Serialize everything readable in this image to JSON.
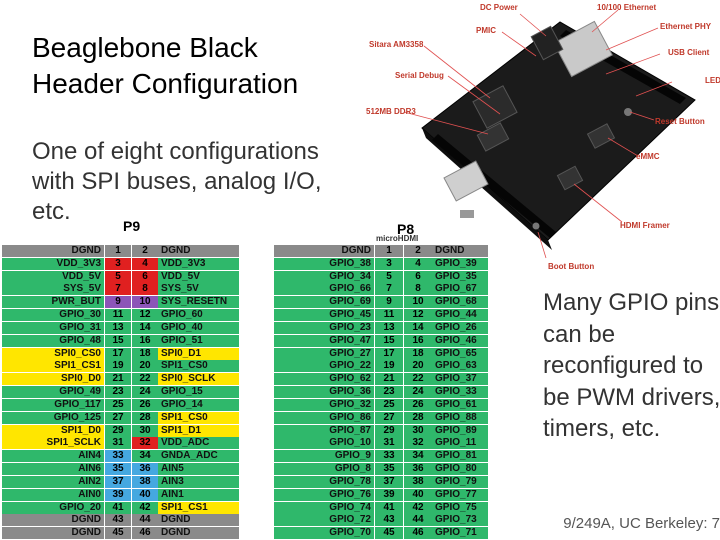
{
  "slide": {
    "title_line1": "Beaglebone Black",
    "title_line2": "Header Configuration",
    "subtitle": "One of eight configurations with SPI buses, analog I/O, etc.",
    "note": "Many GPIO pins can be reconfigured to be PWM drivers, timers, etc.",
    "footer": "9/249A, UC Berkeley: 7"
  },
  "colors": {
    "green": "#2fb86b",
    "yellow": "#ffe600",
    "purple": "#8c55b8",
    "lightblue": "#45a8e0",
    "gray": "#8a8a8a",
    "orange": "#f5a623",
    "red": "#e02020",
    "callout_red": "#c0392b"
  },
  "board_labels": {
    "dc_power": "DC Power",
    "ethernet": "10/100 Ethernet",
    "pmic": "PMIC",
    "ethernet_phy": "Ethernet PHY",
    "sitara": "Sitara AM3358",
    "usb_client": "USB Client",
    "serial_debug": "Serial Debug",
    "leds": "LEDs",
    "ddr3": "512MB DDR3",
    "reset": "Reset Button",
    "emmc": "eMMC",
    "hdmi_framer": "HDMI Framer",
    "microhdmi": "microHDMI",
    "boot": "Boot Button"
  },
  "p9": {
    "label": "P9",
    "rows": [
      {
        "ln": "DGND",
        "a": "1",
        "b": "2",
        "rn": "DGND",
        "lc": "gray",
        "ac": "gray",
        "bc": "gray",
        "rc": "gray"
      },
      {
        "ln": "VDD_3V3",
        "a": "3",
        "b": "4",
        "rn": "VDD_3V3",
        "lc": "green",
        "ac": "red",
        "bc": "red",
        "rc": "green"
      },
      {
        "ln": "VDD_5V",
        "a": "5",
        "b": "6",
        "rn": "VDD_5V",
        "lc": "green",
        "ac": "red",
        "bc": "red",
        "rc": "green"
      },
      {
        "ln": "SYS_5V",
        "a": "7",
        "b": "8",
        "rn": "SYS_5V",
        "lc": "green",
        "ac": "red",
        "bc": "red",
        "rc": "green"
      },
      {
        "ln": "PWR_BUT",
        "a": "9",
        "b": "10",
        "rn": "SYS_RESETN",
        "lc": "green",
        "ac": "purple",
        "bc": "purple",
        "rc": "green"
      },
      {
        "ln": "GPIO_30",
        "a": "11",
        "b": "12",
        "rn": "GPIO_60",
        "lc": "green",
        "ac": "green",
        "bc": "green",
        "rc": "green"
      },
      {
        "ln": "GPIO_31",
        "a": "13",
        "b": "14",
        "rn": "GPIO_40",
        "lc": "green",
        "ac": "green",
        "bc": "green",
        "rc": "green"
      },
      {
        "ln": "GPIO_48",
        "a": "15",
        "b": "16",
        "rn": "GPIO_51",
        "lc": "green",
        "ac": "green",
        "bc": "green",
        "rc": "green"
      },
      {
        "ln": "SPI0_CS0",
        "a": "17",
        "b": "18",
        "rn": "SPI0_D1",
        "lc": "yellow",
        "ac": "green",
        "bc": "green",
        "rc": "yellow"
      },
      {
        "ln": "SPI1_CS1",
        "a": "19",
        "b": "20",
        "rn": "SPI1_CS0",
        "lc": "yellow",
        "ac": "green",
        "bc": "green",
        "rc": "green"
      },
      {
        "ln": "SPI0_D0",
        "a": "21",
        "b": "22",
        "rn": "SPI0_SCLK",
        "lc": "yellow",
        "ac": "green",
        "bc": "green",
        "rc": "yellow"
      },
      {
        "ln": "GPIO_49",
        "a": "23",
        "b": "24",
        "rn": "GPIO_15",
        "lc": "green",
        "ac": "green",
        "bc": "green",
        "rc": "green"
      },
      {
        "ln": "GPIO_117",
        "a": "25",
        "b": "26",
        "rn": "GPIO_14",
        "lc": "green",
        "ac": "green",
        "bc": "green",
        "rc": "green"
      },
      {
        "ln": "GPIO_125",
        "a": "27",
        "b": "28",
        "rn": "SPI1_CS0",
        "lc": "green",
        "ac": "green",
        "bc": "green",
        "rc": "yellow"
      },
      {
        "ln": "SPI1_D0",
        "a": "29",
        "b": "30",
        "rn": "SPI1_D1",
        "lc": "yellow",
        "ac": "green",
        "bc": "green",
        "rc": "yellow"
      },
      {
        "ln": "SPI1_SCLK",
        "a": "31",
        "b": "32",
        "rn": "VDD_ADC",
        "lc": "yellow",
        "ac": "green",
        "bc": "red",
        "rc": "green"
      },
      {
        "ln": "AIN4",
        "a": "33",
        "b": "34",
        "rn": "GNDA_ADC",
        "lc": "green",
        "ac": "lightblue",
        "bc": "green",
        "rc": "green"
      },
      {
        "ln": "AIN6",
        "a": "35",
        "b": "36",
        "rn": "AIN5",
        "lc": "green",
        "ac": "lightblue",
        "bc": "lightblue",
        "rc": "green"
      },
      {
        "ln": "AIN2",
        "a": "37",
        "b": "38",
        "rn": "AIN3",
        "lc": "green",
        "ac": "lightblue",
        "bc": "lightblue",
        "rc": "green"
      },
      {
        "ln": "AIN0",
        "a": "39",
        "b": "40",
        "rn": "AIN1",
        "lc": "green",
        "ac": "lightblue",
        "bc": "lightblue",
        "rc": "green"
      },
      {
        "ln": "GPIO_20",
        "a": "41",
        "b": "42",
        "rn": "SPI1_CS1",
        "lc": "green",
        "ac": "green",
        "bc": "green",
        "rc": "yellow"
      },
      {
        "ln": "DGND",
        "a": "43",
        "b": "44",
        "rn": "DGND",
        "lc": "gray",
        "ac": "gray",
        "bc": "gray",
        "rc": "gray"
      },
      {
        "ln": "DGND",
        "a": "45",
        "b": "46",
        "rn": "DGND",
        "lc": "gray",
        "ac": "gray",
        "bc": "gray",
        "rc": "gray"
      }
    ]
  },
  "p8": {
    "label": "P8",
    "rows": [
      {
        "ln": "DGND",
        "a": "1",
        "b": "2",
        "rn": "DGND",
        "lc": "gray",
        "ac": "gray",
        "bc": "gray",
        "rc": "gray"
      },
      {
        "ln": "GPIO_38",
        "a": "3",
        "b": "4",
        "rn": "GPIO_39",
        "lc": "green",
        "ac": "green",
        "bc": "green",
        "rc": "green"
      },
      {
        "ln": "GPIO_34",
        "a": "5",
        "b": "6",
        "rn": "GPIO_35",
        "lc": "green",
        "ac": "green",
        "bc": "green",
        "rc": "green"
      },
      {
        "ln": "GPIO_66",
        "a": "7",
        "b": "8",
        "rn": "GPIO_67",
        "lc": "green",
        "ac": "green",
        "bc": "green",
        "rc": "green"
      },
      {
        "ln": "GPIO_69",
        "a": "9",
        "b": "10",
        "rn": "GPIO_68",
        "lc": "green",
        "ac": "green",
        "bc": "green",
        "rc": "green"
      },
      {
        "ln": "GPIO_45",
        "a": "11",
        "b": "12",
        "rn": "GPIO_44",
        "lc": "green",
        "ac": "green",
        "bc": "green",
        "rc": "green"
      },
      {
        "ln": "GPIO_23",
        "a": "13",
        "b": "14",
        "rn": "GPIO_26",
        "lc": "green",
        "ac": "green",
        "bc": "green",
        "rc": "green"
      },
      {
        "ln": "GPIO_47",
        "a": "15",
        "b": "16",
        "rn": "GPIO_46",
        "lc": "green",
        "ac": "green",
        "bc": "green",
        "rc": "green"
      },
      {
        "ln": "GPIO_27",
        "a": "17",
        "b": "18",
        "rn": "GPIO_65",
        "lc": "green",
        "ac": "green",
        "bc": "green",
        "rc": "green"
      },
      {
        "ln": "GPIO_22",
        "a": "19",
        "b": "20",
        "rn": "GPIO_63",
        "lc": "green",
        "ac": "green",
        "bc": "green",
        "rc": "green"
      },
      {
        "ln": "GPIO_62",
        "a": "21",
        "b": "22",
        "rn": "GPIO_37",
        "lc": "green",
        "ac": "green",
        "bc": "green",
        "rc": "green"
      },
      {
        "ln": "GPIO_36",
        "a": "23",
        "b": "24",
        "rn": "GPIO_33",
        "lc": "green",
        "ac": "green",
        "bc": "green",
        "rc": "green"
      },
      {
        "ln": "GPIO_32",
        "a": "25",
        "b": "26",
        "rn": "GPIO_61",
        "lc": "green",
        "ac": "green",
        "bc": "green",
        "rc": "green"
      },
      {
        "ln": "GPIO_86",
        "a": "27",
        "b": "28",
        "rn": "GPIO_88",
        "lc": "green",
        "ac": "green",
        "bc": "green",
        "rc": "green"
      },
      {
        "ln": "GPIO_87",
        "a": "29",
        "b": "30",
        "rn": "GPIO_89",
        "lc": "green",
        "ac": "green",
        "bc": "green",
        "rc": "green"
      },
      {
        "ln": "GPIO_10",
        "a": "31",
        "b": "32",
        "rn": "GPIO_11",
        "lc": "green",
        "ac": "green",
        "bc": "green",
        "rc": "green"
      },
      {
        "ln": "GPIO_9",
        "a": "33",
        "b": "34",
        "rn": "GPIO_81",
        "lc": "green",
        "ac": "green",
        "bc": "green",
        "rc": "green"
      },
      {
        "ln": "GPIO_8",
        "a": "35",
        "b": "36",
        "rn": "GPIO_80",
        "lc": "green",
        "ac": "green",
        "bc": "green",
        "rc": "green"
      },
      {
        "ln": "GPIO_78",
        "a": "37",
        "b": "38",
        "rn": "GPIO_79",
        "lc": "green",
        "ac": "green",
        "bc": "green",
        "rc": "green"
      },
      {
        "ln": "GPIO_76",
        "a": "39",
        "b": "40",
        "rn": "GPIO_77",
        "lc": "green",
        "ac": "green",
        "bc": "green",
        "rc": "green"
      },
      {
        "ln": "GPIO_74",
        "a": "41",
        "b": "42",
        "rn": "GPIO_75",
        "lc": "green",
        "ac": "green",
        "bc": "green",
        "rc": "green"
      },
      {
        "ln": "GPIO_72",
        "a": "43",
        "b": "44",
        "rn": "GPIO_73",
        "lc": "green",
        "ac": "green",
        "bc": "green",
        "rc": "green"
      },
      {
        "ln": "GPIO_70",
        "a": "45",
        "b": "46",
        "rn": "GPIO_71",
        "lc": "green",
        "ac": "green",
        "bc": "green",
        "rc": "green"
      }
    ]
  }
}
